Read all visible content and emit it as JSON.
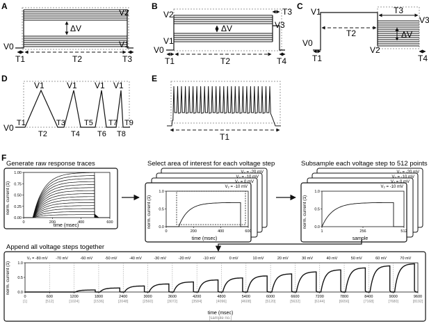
{
  "panels": {
    "A": {
      "letter": "A",
      "v0": "V0",
      "v1": "V1",
      "v2": "V2",
      "dv": "ΔV",
      "t1": "T1",
      "t2": "T2",
      "t3": "T3"
    },
    "B": {
      "letter": "B",
      "v0": "V0",
      "v1": "V1",
      "v2": "V2",
      "v3": "V3",
      "dv": "ΔV",
      "t1": "T1",
      "t2": "T2",
      "t3": "T3",
      "t4": "T4"
    },
    "C": {
      "letter": "C",
      "v0": "V0",
      "v1": "V1",
      "v2": "V2",
      "v3": "V3",
      "dv": "ΔV",
      "t1": "T1",
      "t2": "T2",
      "t3": "T3",
      "t4": "T4"
    },
    "D": {
      "letter": "D",
      "v0": "V0",
      "v1": "V1",
      "t_labels": [
        "T1",
        "T2",
        "T3",
        "T4",
        "T5",
        "T6",
        "T7",
        "T8",
        "T9"
      ]
    },
    "E": {
      "letter": "E",
      "t1": "T1"
    },
    "F": {
      "letter": "F",
      "step1_title": "Generate raw response traces",
      "step2_title": "Select area of interest for each voltage step",
      "step3_title": "Subsample each voltage step to 512 points",
      "step4_title": "Append all voltage steps together",
      "ylabel": "norm. current (1)",
      "raw": {
        "xlabel": "time (msec)",
        "xticks": [
          "0",
          "200",
          "400",
          "600"
        ],
        "yticks": [
          "0.00",
          "0.25",
          "0.50",
          "0.75",
          "1.00"
        ]
      },
      "select": {
        "xlabel": "time (msec)",
        "xticks": [
          "0",
          "200",
          "400",
          "600"
        ],
        "yticks": [
          "0.0",
          "0.5",
          "1.0"
        ],
        "stack_labels": [
          "V₂ = -20 mV",
          "V₂ = -10 mV",
          "V₂ = 0 mV",
          "V₂ = -10 mV"
        ]
      },
      "subsample": {
        "xlabel": "sample",
        "xticks": [
          "1",
          "256",
          "512"
        ],
        "yticks": [
          "0.0",
          "0.5",
          "1.0"
        ],
        "stack_labels": [
          "V₂ = -20 mV",
          "V₂ = -10 mV",
          "V₂ = 0 mV",
          "V₂ = -10 mV"
        ]
      },
      "appended": {
        "xlabel": "time (msec)",
        "xlabel_sub": "[sample no.]",
        "yticks": [
          "0.0",
          "0.5",
          "1.0"
        ],
        "step_labels": [
          "V₂ = -80 mV",
          "-70 mV",
          "-60 mV",
          "-50 mV",
          "-40 mV",
          "-30 mV",
          "-20 mV",
          "-10 mV",
          "0 mV",
          "10 mV",
          "20 mV",
          "30 mV",
          "40 mV",
          "50 mV",
          "60 mV",
          "70 mV"
        ],
        "time_ticks": [
          "0",
          "600",
          "1200",
          "1800",
          "2400",
          "3000",
          "3600",
          "4200",
          "4800",
          "5400",
          "6000",
          "6600",
          "7200",
          "7800",
          "8400",
          "9000",
          "9600"
        ],
        "sample_ticks": [
          "[1]",
          "[512]",
          "[1024]",
          "[1536]",
          "[2048]",
          "[2560]",
          "[3072]",
          "[3584]",
          "[4096]",
          "[4608]",
          "[5120]",
          "[5632]",
          "[6144]",
          "[6656]",
          "[7168]",
          "[7680]",
          "[8192]"
        ]
      }
    }
  }
}
